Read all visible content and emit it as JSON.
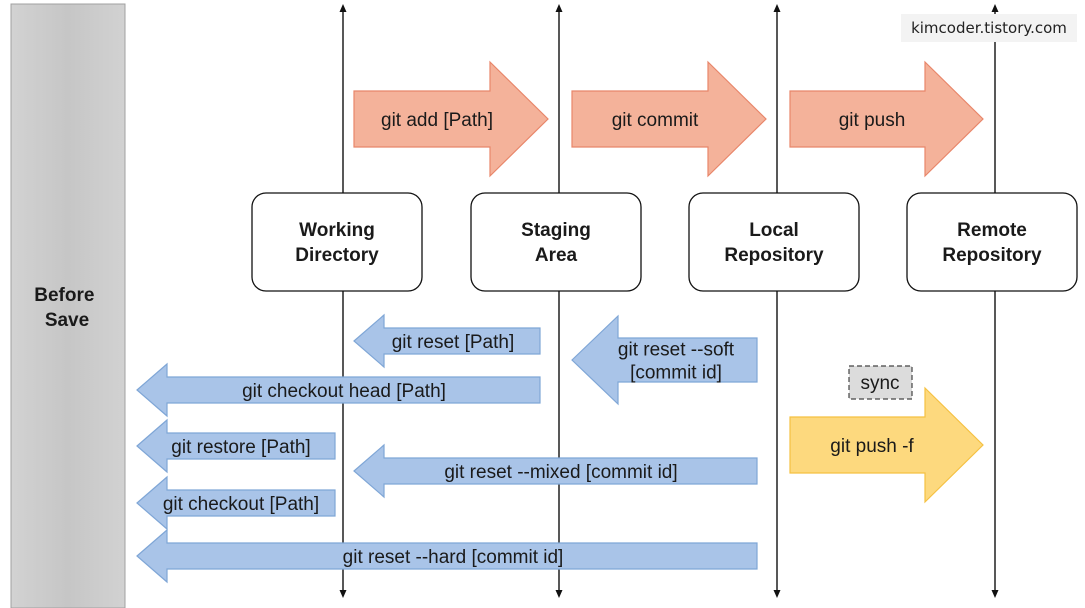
{
  "watermark": "kimcoder.tistory.com",
  "side_label": [
    "Before",
    "Save"
  ],
  "stages": [
    {
      "lines": [
        "Working",
        "Directory"
      ]
    },
    {
      "lines": [
        "Staging",
        "Area"
      ]
    },
    {
      "lines": [
        "Local",
        "Repository"
      ]
    },
    {
      "lines": [
        "Remote",
        "Repository"
      ]
    }
  ],
  "forward_commands": [
    "git add [Path]",
    "git commit",
    "git push"
  ],
  "backward_commands": {
    "reset_path": [
      "git reset [Path]"
    ],
    "checkout_head": [
      "git checkout head [Path]"
    ],
    "reset_soft": [
      "git reset --soft",
      "[commit id]"
    ],
    "restore": [
      "git restore [Path]"
    ],
    "reset_mixed": [
      "git reset --mixed [commit id]"
    ],
    "checkout": [
      "git checkout [Path]"
    ],
    "reset_hard": [
      "git reset --hard [commit id]"
    ]
  },
  "force_push": {
    "label": [
      "git push -f"
    ],
    "sync": "sync"
  },
  "colors": {
    "forward": "#f4b29a",
    "forward_stroke": "#e8866a",
    "backward": "#a9c4e8",
    "backward_stroke": "#7fa6d6",
    "force": "#fdd97e",
    "force_stroke": "#f5c142",
    "side": "#cccccc",
    "sync_bg": "#dcdcdc"
  }
}
